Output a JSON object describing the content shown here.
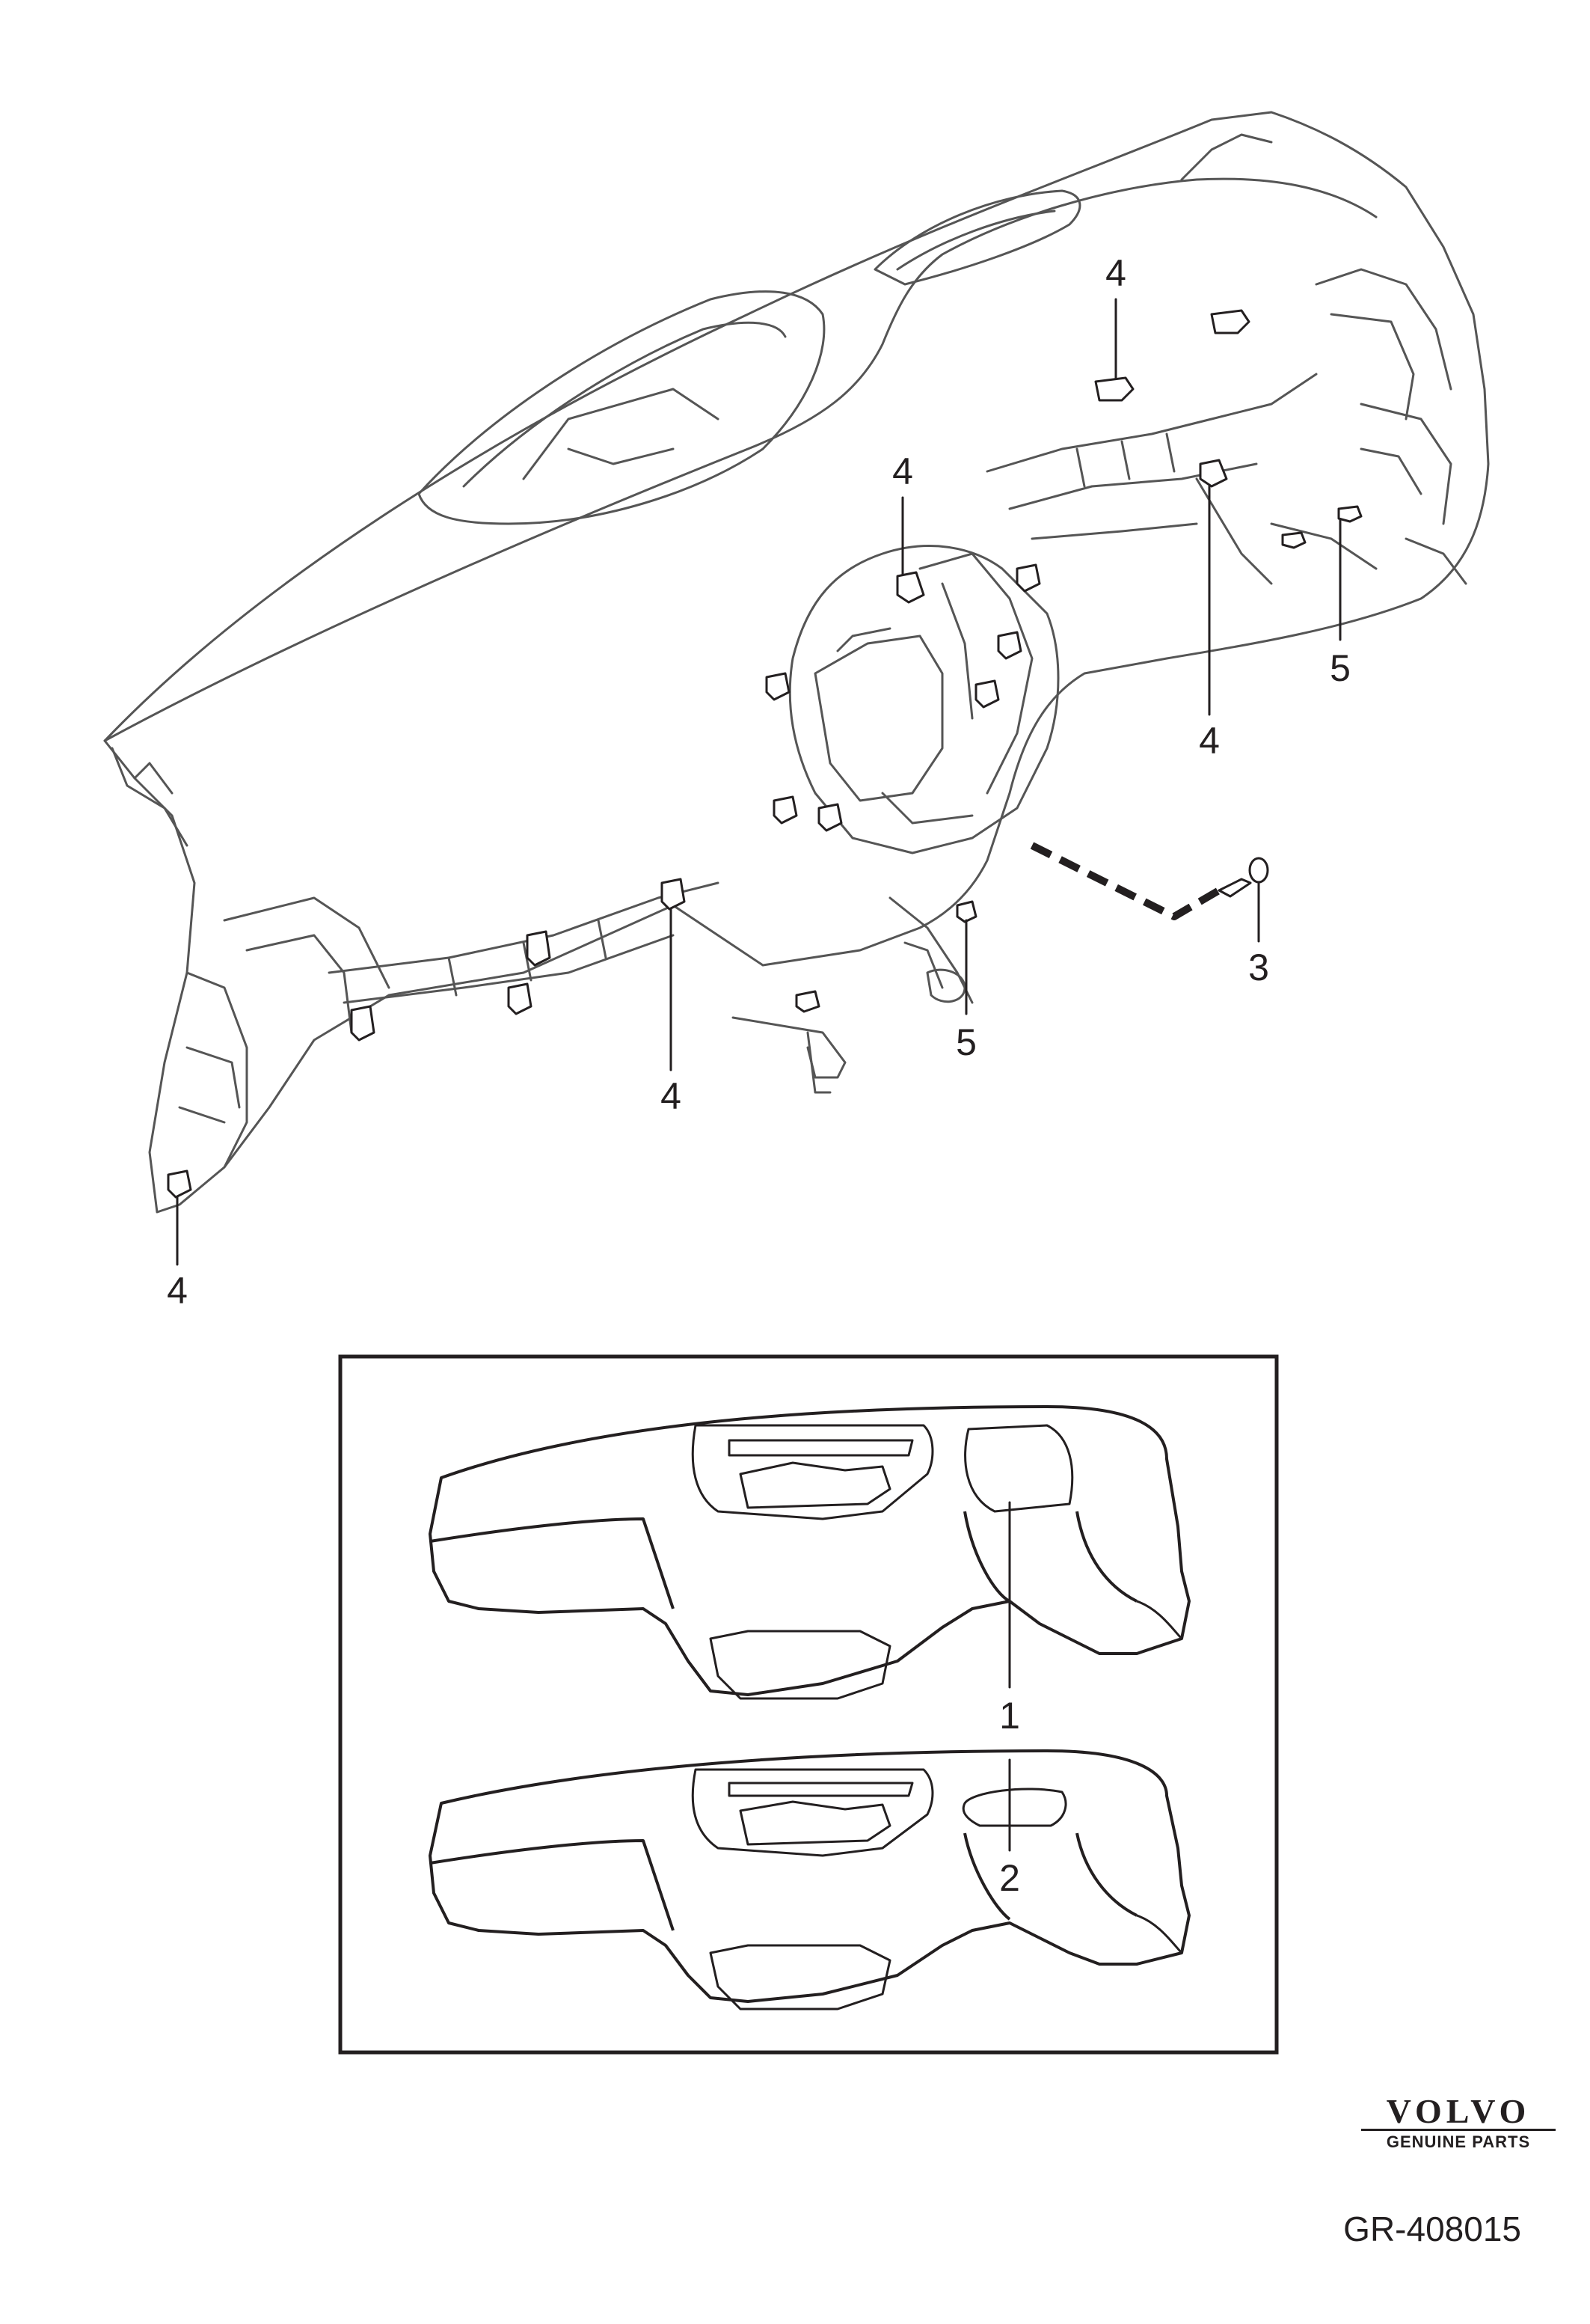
{
  "callouts": [
    {
      "id": "c4-top-right",
      "label": "4"
    },
    {
      "id": "c4-center",
      "label": "4"
    },
    {
      "id": "c4-right-mid",
      "label": "4"
    },
    {
      "id": "c5-right",
      "label": "5"
    },
    {
      "id": "c3",
      "label": "3"
    },
    {
      "id": "c5-center",
      "label": "5"
    },
    {
      "id": "c4-lower",
      "label": "4"
    },
    {
      "id": "c4-bottom-left",
      "label": "4"
    },
    {
      "id": "c1",
      "label": "1"
    },
    {
      "id": "c2",
      "label": "2"
    }
  ],
  "brand": {
    "name": "VOLVO",
    "tagline": "GENUINE PARTS"
  },
  "drawing_number": "GR-408015",
  "colors": {
    "line": "#231f20",
    "background": "#ffffff",
    "light_line": "#8a8a8a"
  },
  "icons": [
    "dashboard-illustration",
    "clip-icon",
    "screw-icon",
    "volvo-logo"
  ]
}
